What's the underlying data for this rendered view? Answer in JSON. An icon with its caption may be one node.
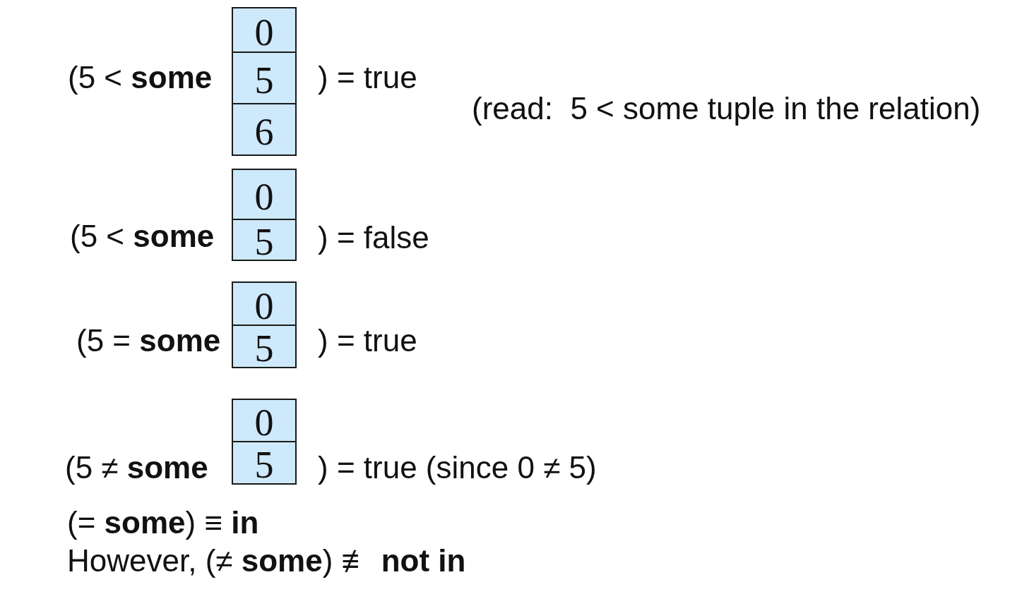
{
  "diagram": {
    "nodes": [
      {
        "text": [
          "0"
        ]
      },
      {
        "text": [
          "5"
        ]
      },
      {
        "text": [
          "6"
        ]
      },
      {
        "text": [
          "0"
        ]
      },
      {
        "text": [
          "5"
        ]
      },
      {
        "text": [
          "0"
        ]
      },
      {
        "text": [
          "5"
        ]
      },
      {
        "text": [
          "0"
        ]
      },
      {
        "text": [
          "5"
        ]
      }
    ],
    "labels": [
      "(5 < **some**",
      ") = true",
      "(read:  5 < some tuple in the relation)",
      "(5 < **some**",
      ") = false",
      "(5 = **some**",
      ") = true",
      "(5 ≠ **some**",
      ") = true (since 0 ≠ 5)",
      "(= **some**) ≡ **in**",
      "However, (≠ **some**) ≢ **not in**"
    ]
  }
}
